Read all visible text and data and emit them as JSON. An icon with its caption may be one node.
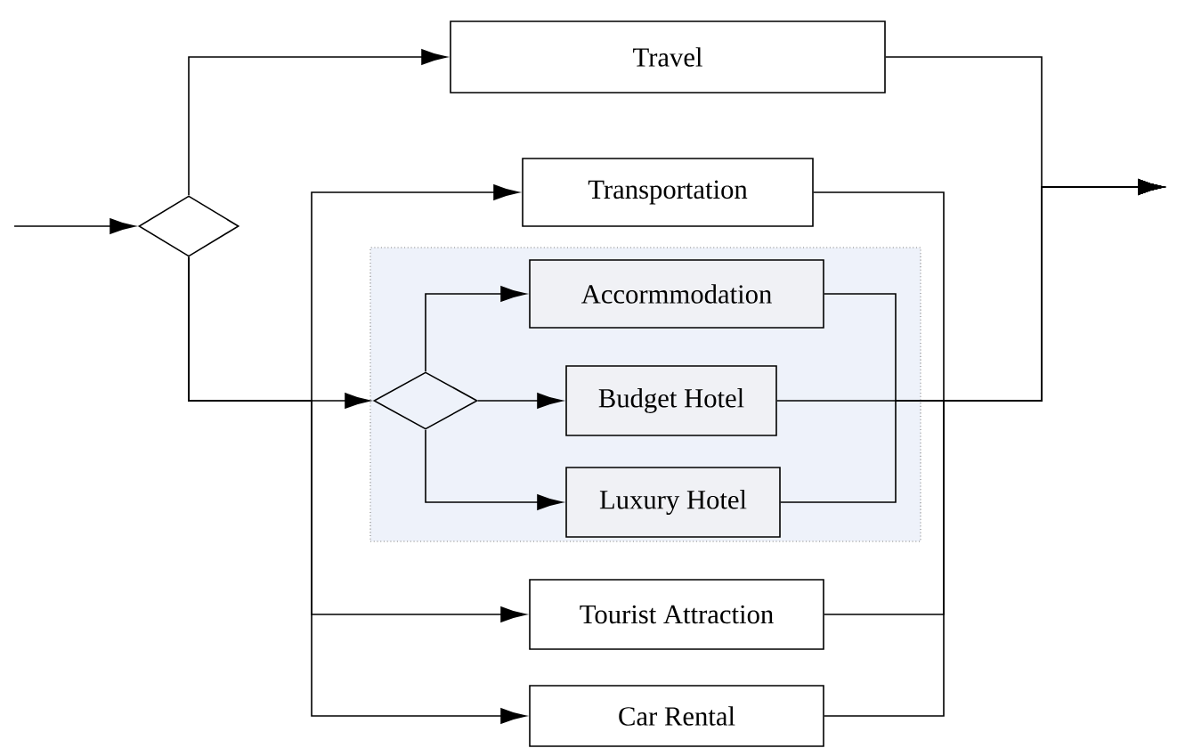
{
  "diagram": {
    "nodes": [
      {
        "text": [],
        "shape": "diamond"
      },
      {
        "text": [
          "Travel"
        ]
      },
      {
        "text": [
          "Transportation"
        ]
      },
      {
        "text": [],
        "shape": "box"
      },
      {
        "text": [],
        "shape": "diamond",
        "in": 3
      },
      {
        "text": [
          "Accormmodation"
        ],
        "in": 3
      },
      {
        "text": [
          "Budget Hotel"
        ],
        "in": 3
      },
      {
        "text": [
          "Luxury Hotel"
        ],
        "in": 3
      },
      {
        "text": [
          "Tourist Attraction"
        ]
      },
      {
        "text": [
          "Car Rental"
        ]
      }
    ],
    "edges": [
      {
        "from": null,
        "to": 0,
        "arrow": "to"
      },
      {
        "from": 0,
        "to": 1,
        "arrow": "to"
      },
      {
        "from": 0,
        "to": 2,
        "arrow": "to"
      },
      {
        "from": 0,
        "to": 4,
        "arrow": "to"
      },
      {
        "from": 0,
        "to": 8,
        "arrow": "to"
      },
      {
        "from": 0,
        "to": 9,
        "arrow": "to"
      },
      {
        "from": 4,
        "to": 5,
        "arrow": "to"
      },
      {
        "from": 4,
        "to": 6,
        "arrow": "to"
      },
      {
        "from": 4,
        "to": 7,
        "arrow": "to"
      },
      {
        "from": 1,
        "to": null,
        "arrow": "to"
      },
      {
        "from": 2,
        "to": null,
        "arrow": "to"
      },
      {
        "from": 5,
        "to": null,
        "arrow": "to"
      },
      {
        "from": 6,
        "to": null,
        "arrow": "to"
      },
      {
        "from": 7,
        "to": null,
        "arrow": "to"
      },
      {
        "from": 8,
        "to": null,
        "arrow": "to"
      },
      {
        "from": 9,
        "to": null,
        "arrow": "to"
      }
    ]
  }
}
